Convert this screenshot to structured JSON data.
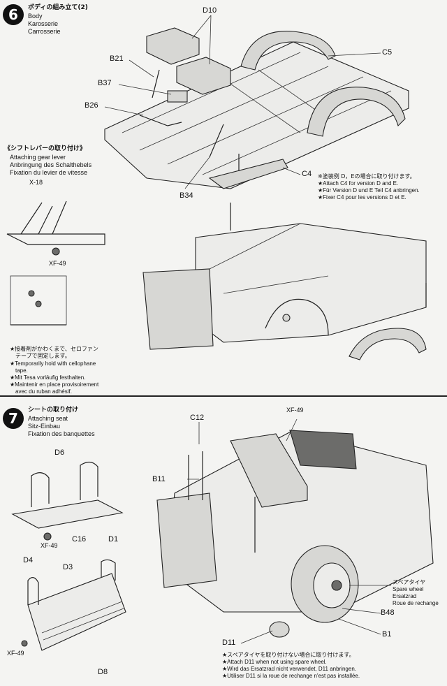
{
  "step6": {
    "number": "6",
    "title_jp": "ボディの組み立て(2)",
    "title_en": "Body",
    "title_de": "Karosserie",
    "title_fr": "Carrosserie",
    "parts": {
      "d10": "D10",
      "c5": "C5",
      "b21": "B21",
      "b37": "B37",
      "b26": "B26",
      "b34": "B34",
      "c4": "C4",
      "x18": "X-18",
      "xf49": "XF-49"
    },
    "gear_title_jp": "《シフトレバーの取り付け》",
    "gear_en": "Attaching gear lever",
    "gear_de": "Anbringung des Schalthebels",
    "gear_fr": "Fixation du levier de vitesse",
    "c4_note_jp": "※塗装例 D，Eの場合に取り付けます。",
    "c4_note_en": "★Attach C4 for version D and E.",
    "c4_note_de": "★Für Version D und E Teil C4 anbringen.",
    "c4_note_fr": "★Fixer C4 pour les versions D et E.",
    "tape_note_jp1": "★接着剤がかわくまで、セロファン",
    "tape_note_jp2": "テープで固定します。",
    "tape_note_en1": "★Temporarily hold with cellophane",
    "tape_note_en2": "tape.",
    "tape_note_de": "★Mit Tesa vorläufig festhalten.",
    "tape_note_fr1": "★Maintenir en place provisoirement",
    "tape_note_fr2": "avec du ruban adhésif."
  },
  "step7": {
    "number": "7",
    "title_jp": "シートの取り付け",
    "title_en": "Attaching seat",
    "title_de": "Sitz-Einbau",
    "title_fr": "Fixation des banquettes",
    "parts": {
      "c12": "C12",
      "xf49": "XF-49",
      "d6": "D6",
      "b11": "B11",
      "c16": "C16",
      "d1": "D1",
      "d4": "D4",
      "d3": "D3",
      "b48": "B48",
      "b1": "B1",
      "d11": "D11",
      "d8": "D8"
    },
    "spare_jp": "スペアタイヤ",
    "spare_en": "Spare wheel",
    "spare_de": "Ersatzrad",
    "spare_fr": "Roue de rechange",
    "d11_note_jp": "★スペアタイヤを取り付けない場合に取り付けます。",
    "d11_note_en": "★Attach D11 when not using spare wheel.",
    "d11_note_de": "★Wird das Ersatzrad nicht verwendet, D11 anbringen.",
    "d11_note_fr": "★Utiliser D11 si la roue de rechange n'est pas installée."
  }
}
